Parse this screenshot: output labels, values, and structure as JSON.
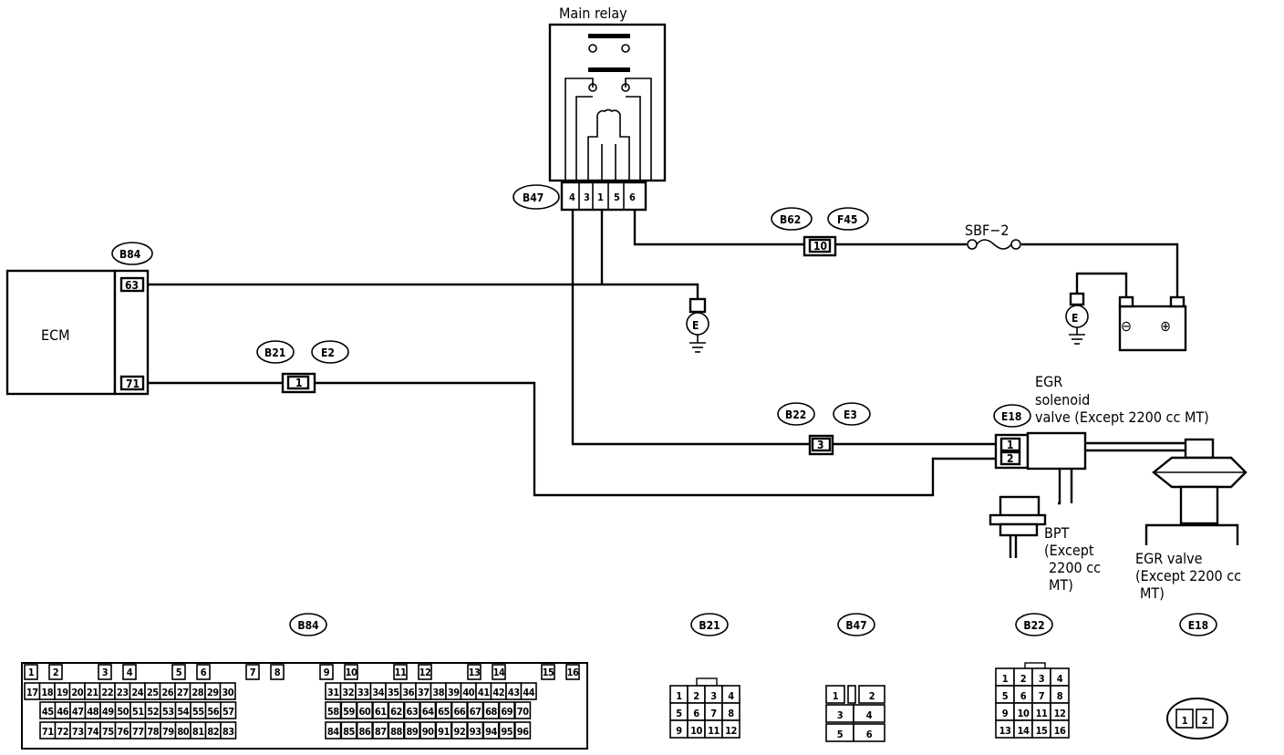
{
  "labels": {
    "main_relay": "Main relay",
    "ecm": "ECM",
    "sbf": "SBF−2",
    "egr_solenoid_1": "EGR",
    "egr_solenoid_2": "solenoid",
    "egr_solenoid_3": "valve (Except 2200 cc MT)",
    "bpt_1": "BPT",
    "bpt_2": "(Except",
    "bpt_3": "2200 cc",
    "bpt_4": "MT)",
    "egr_valve_1": "EGR valve",
    "egr_valve_2": "(Except 2200 cc",
    "egr_valve_3": "MT)",
    "ground": "E",
    "batt_minus": "⊖",
    "batt_plus": "⊕"
  },
  "connector_ids": {
    "b47": "B47",
    "b84": "B84",
    "b21": "B21",
    "e2": "E2",
    "b62": "B62",
    "f45": "F45",
    "b22": "B22",
    "e3": "E3",
    "e18": "E18"
  },
  "pins": {
    "b84_63": "63",
    "b84_71": "71",
    "b21_1": "1",
    "b62_10": "10",
    "b22_3": "3",
    "e18_1": "1",
    "e18_2": "2",
    "b47_pins": [
      "4",
      "3",
      "1",
      "5",
      "6"
    ]
  },
  "connector_views": {
    "b84": {
      "label": "B84",
      "row1": [
        "1",
        "2",
        "",
        "3",
        "4",
        "",
        "5",
        "6",
        "",
        "7",
        "8",
        "",
        "9",
        "10",
        "",
        "11",
        "12",
        "",
        "13",
        "14",
        "",
        "15",
        "16"
      ],
      "row2_left": [
        "17",
        "18",
        "19",
        "20",
        "21",
        "22",
        "23",
        "24",
        "25",
        "26",
        "27",
        "28",
        "29",
        "30"
      ],
      "row2_right": [
        "31",
        "32",
        "33",
        "34",
        "35",
        "36",
        "37",
        "38",
        "39",
        "40",
        "41",
        "42",
        "43",
        "44"
      ],
      "row3_left": [
        "45",
        "46",
        "47",
        "48",
        "49",
        "50",
        "51",
        "52",
        "53",
        "54",
        "55",
        "56",
        "57"
      ],
      "row3_right": [
        "58",
        "59",
        "60",
        "61",
        "62",
        "63",
        "64",
        "65",
        "66",
        "67",
        "68",
        "69",
        "70"
      ],
      "row4_left": [
        "71",
        "72",
        "73",
        "74",
        "75",
        "76",
        "77",
        "78",
        "79",
        "80",
        "81",
        "82",
        "83"
      ],
      "row4_right": [
        "84",
        "85",
        "86",
        "87",
        "88",
        "89",
        "90",
        "91",
        "92",
        "93",
        "94",
        "95",
        "96"
      ]
    },
    "b21": {
      "label": "B21",
      "rows": [
        [
          "1",
          "2",
          "3",
          "4"
        ],
        [
          "5",
          "6",
          "7",
          "8"
        ],
        [
          "9",
          "10",
          "11",
          "12"
        ]
      ]
    },
    "b47": {
      "label": "B47",
      "rows": [
        [
          "1",
          "",
          "2"
        ],
        [
          "3",
          "4"
        ],
        [
          "5",
          "6"
        ]
      ]
    },
    "b22": {
      "label": "B22",
      "rows": [
        [
          "1",
          "2",
          "3",
          "4"
        ],
        [
          "5",
          "6",
          "7",
          "8"
        ],
        [
          "9",
          "10",
          "11",
          "12"
        ],
        [
          "13",
          "14",
          "15",
          "16"
        ]
      ]
    },
    "e18": {
      "label": "E18",
      "rows": [
        [
          "1",
          "2"
        ]
      ]
    }
  }
}
